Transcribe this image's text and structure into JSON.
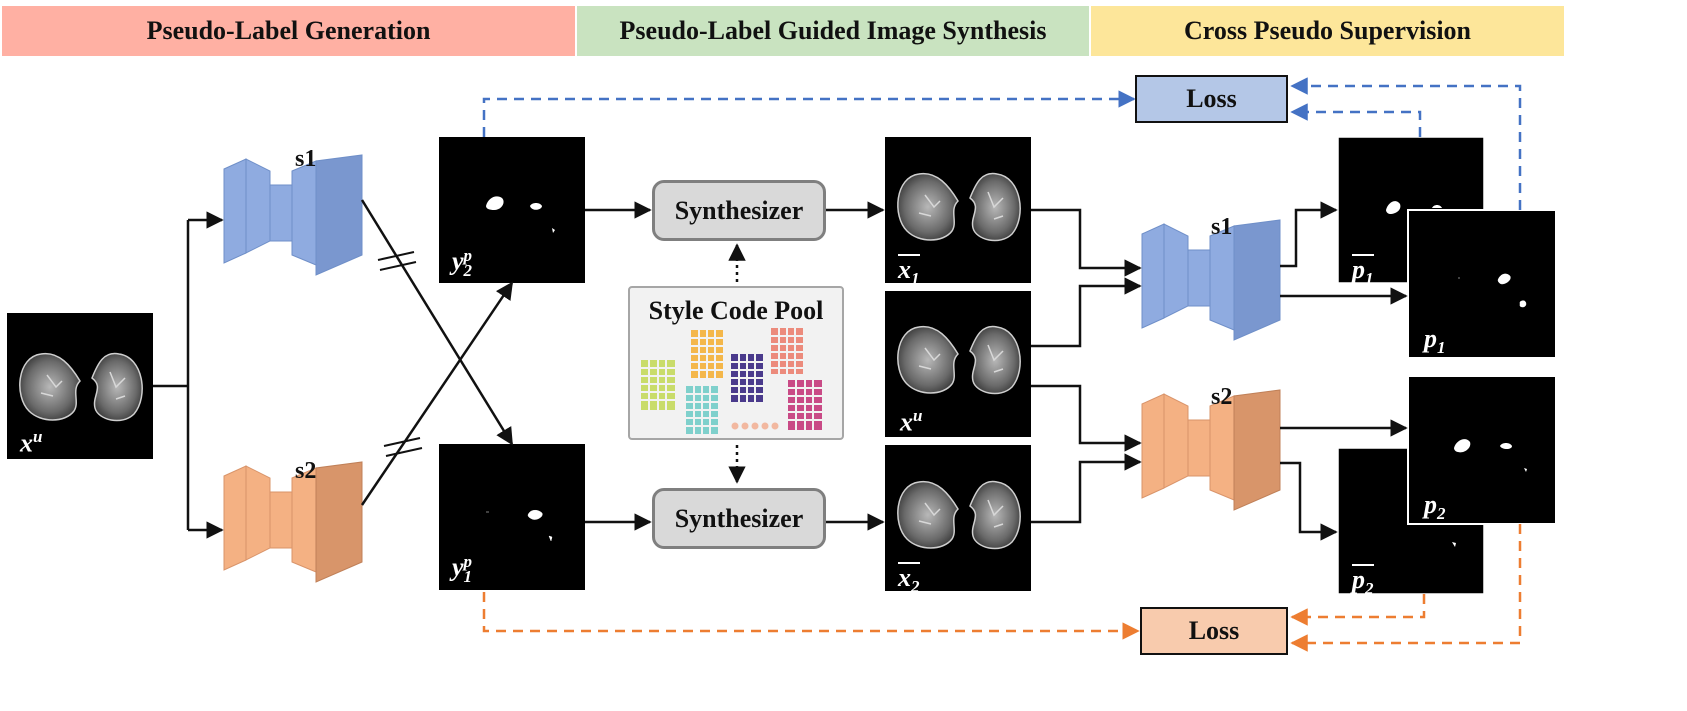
{
  "headers": {
    "pseudo_label_generation": "Pseudo-Label Generation",
    "image_synthesis": "Pseudo-Label Guided Image Synthesis",
    "cross_pseudo_supervision": "Cross Pseudo Supervision"
  },
  "colors": {
    "header1": "#ffb0a3",
    "header2": "#c9e3c0",
    "header3": "#fde69a",
    "net1": "#8fabe0",
    "net2": "#f4b183",
    "blue_line": "#4472c4",
    "orange_line": "#ed7d31",
    "loss1_fill": "#b4c7e7",
    "loss2_fill": "#f8cbad"
  },
  "networks": {
    "s1_left": "s1",
    "s2_left": "s2",
    "s1_right": "s1",
    "s2_right": "s2"
  },
  "images": {
    "input": {
      "base": "x",
      "sup": "u"
    },
    "y2p": {
      "base": "y",
      "sup": "p",
      "sub": "2"
    },
    "y1p": {
      "base": "y",
      "sup": "p",
      "sub": "1"
    },
    "x1_hat": {
      "base": "x",
      "sub": "1"
    },
    "xu_mid": {
      "base": "x",
      "sup": "u"
    },
    "x2_hat": {
      "base": "x",
      "sub": "2"
    },
    "p1_hat": {
      "base": "p",
      "sub": "1"
    },
    "p1": {
      "base": "p",
      "sub": "1"
    },
    "p2": {
      "base": "p",
      "sub": "2"
    },
    "p2_hat": {
      "base": "p",
      "sub": "2"
    }
  },
  "synthesizer": {
    "top": "Synthesizer",
    "bottom": "Synthesizer"
  },
  "style_pool": {
    "title": "Style Code Pool"
  },
  "loss": {
    "top": "Loss",
    "bottom": "Loss"
  }
}
